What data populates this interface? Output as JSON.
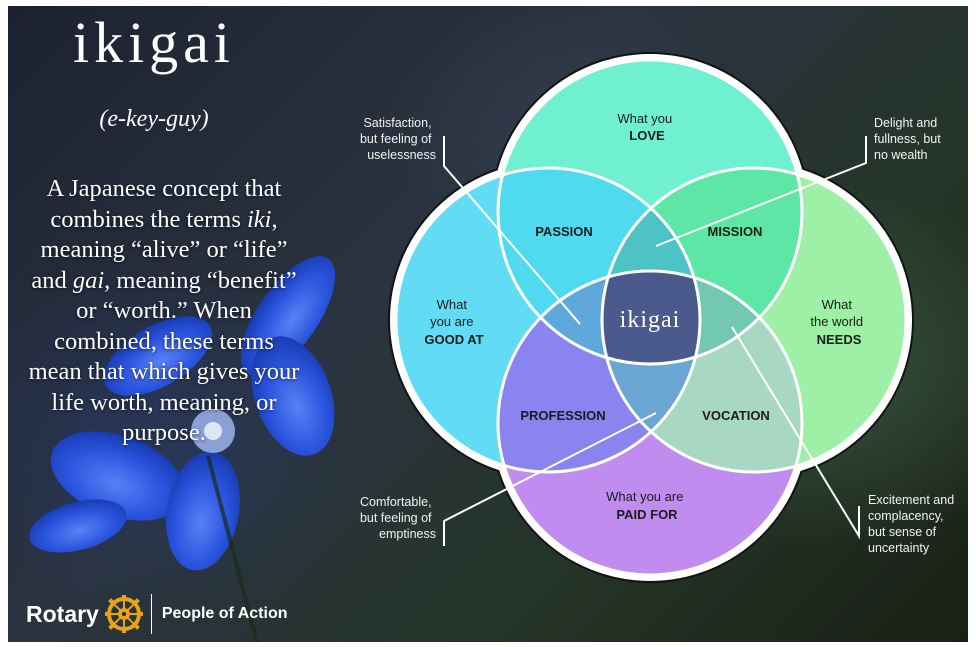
{
  "title": "ikigai",
  "pronunciation": "(e-key-guy)",
  "description": {
    "part1": "A Japanese concept that combines the terms ",
    "term1": "iki",
    "part2": ", meaning “alive” or “life” and ",
    "term2": "gai",
    "part3": ", meaning “benefit” or “worth.” When combined, these terms mean that which gives your life worth, meaning, or purpose."
  },
  "logo": {
    "name": "Rotary",
    "tagline": "People of Action",
    "emblem_icon": "rotary-wheel-icon"
  },
  "venn": {
    "circles": {
      "love": {
        "line1": "What you",
        "line2": "LOVE",
        "color": "#6ff0d0"
      },
      "good_at": {
        "line1": "What",
        "line2": "you are",
        "line3": "GOOD AT",
        "color": "#62dcf5"
      },
      "world_needs": {
        "line1": "What",
        "line2": "the world",
        "line3": "NEEDS",
        "color": "#9df0a6"
      },
      "paid_for": {
        "line1": "What you are",
        "line2": "PAID FOR",
        "color": "#c08cf0"
      }
    },
    "overlaps": {
      "passion": "PASSION",
      "mission": "MISSION",
      "profession": "PROFESSION",
      "vocation": "VOCATION",
      "center": "ikigai"
    },
    "annotations": {
      "top_left": [
        "Satisfaction,",
        "but feeling of",
        "uselessness"
      ],
      "top_right": [
        "Delight and",
        "fullness, but",
        "no wealth"
      ],
      "bottom_left": [
        "Comfortable,",
        "but feeling of",
        "emptiness"
      ],
      "bottom_right": [
        "Excitement and",
        "complacency,",
        "but sense of",
        "uncertainty"
      ]
    }
  }
}
